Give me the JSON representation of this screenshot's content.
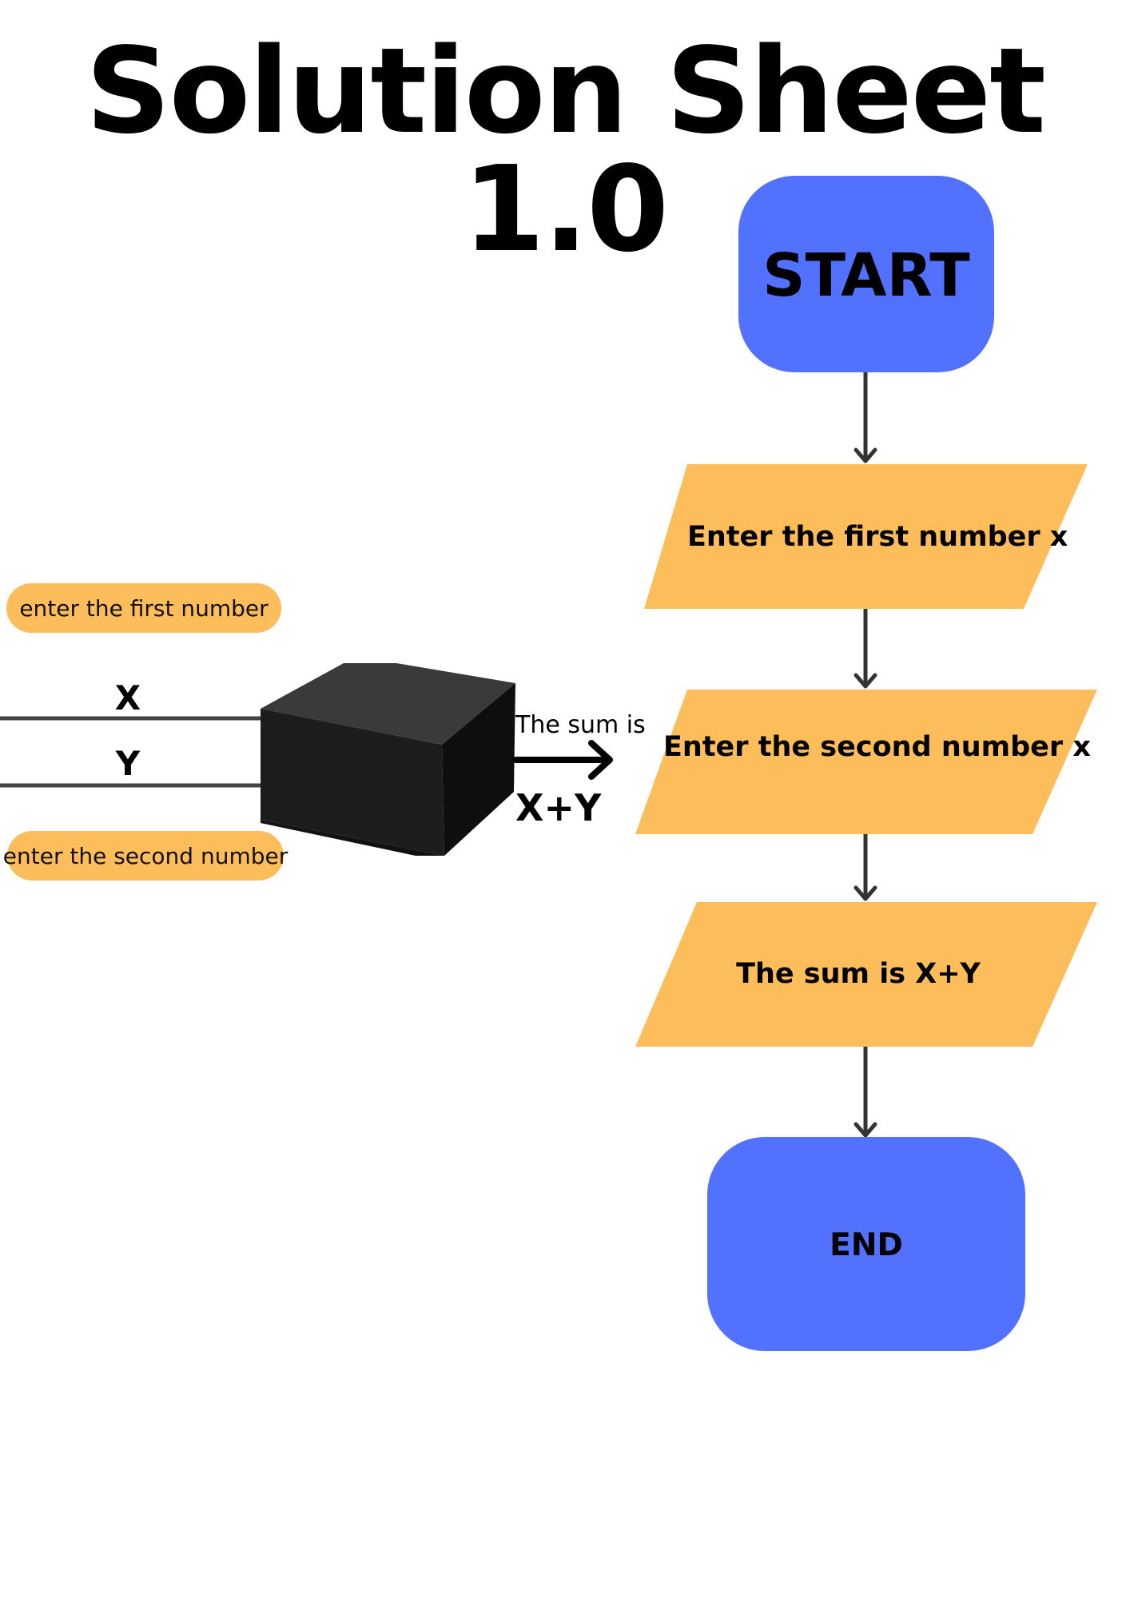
{
  "title": "Solution Sheet 1.0",
  "colors": {
    "terminal": "#5271ff",
    "process": "#fdbd5b",
    "connector": "#333333",
    "black_box": "#1c1c1c"
  },
  "flowchart": {
    "start": "START",
    "step1": "Enter the first number x",
    "step2": "Enter the second number x",
    "step3": "The sum is X+Y",
    "end": "END"
  },
  "black_box": {
    "input_label_first": "enter the first number",
    "input_label_second": "enter the second number",
    "input_x": "X",
    "input_y": "Y",
    "output_caption": "The sum is",
    "output_value": "X+Y"
  }
}
